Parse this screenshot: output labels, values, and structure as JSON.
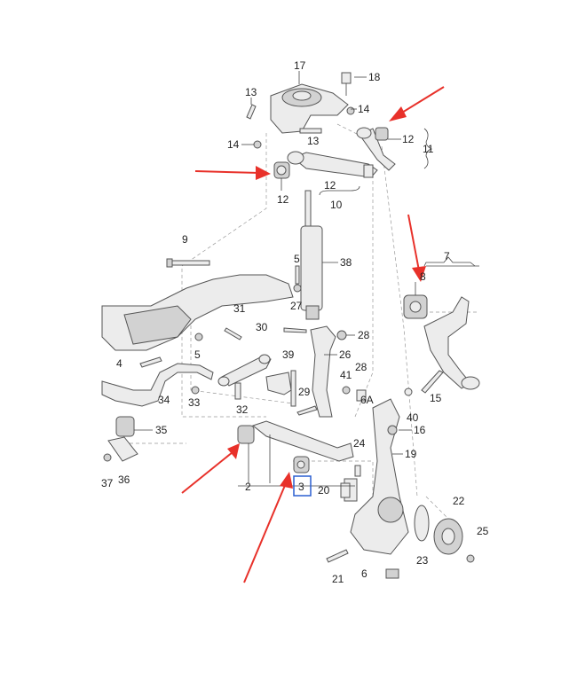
{
  "diagram": {
    "labels": {
      "l2": "2",
      "l3": "3",
      "l4": "4",
      "l5a": "5",
      "l5b": "5",
      "l6": "6",
      "l6a": "6A",
      "l7": "7",
      "l8": "8",
      "l9": "9",
      "l10": "10",
      "l11": "11",
      "l12a": "12",
      "l12b": "12",
      "l12c": "12",
      "l13a": "13",
      "l13b": "13",
      "l14a": "14",
      "l14b": "14",
      "l15": "15",
      "l16": "16",
      "l17": "17",
      "l18": "18",
      "l19": "19",
      "l20": "20",
      "l21": "21",
      "l22": "22",
      "l23": "23",
      "l24": "24",
      "l25": "25",
      "l26": "26",
      "l27": "27",
      "l28a": "28",
      "l28b": "28",
      "l29": "29",
      "l30": "30",
      "l31": "31",
      "l32": "32",
      "l33": "33",
      "l34": "34",
      "l35": "35",
      "l36": "36",
      "l37": "37",
      "l38": "38",
      "l39": "39",
      "l40": "40",
      "l41": "41"
    },
    "highlighted_label": "3",
    "arrow_color": "#e8312a",
    "highlight_box_color": "#2a5fd0"
  }
}
